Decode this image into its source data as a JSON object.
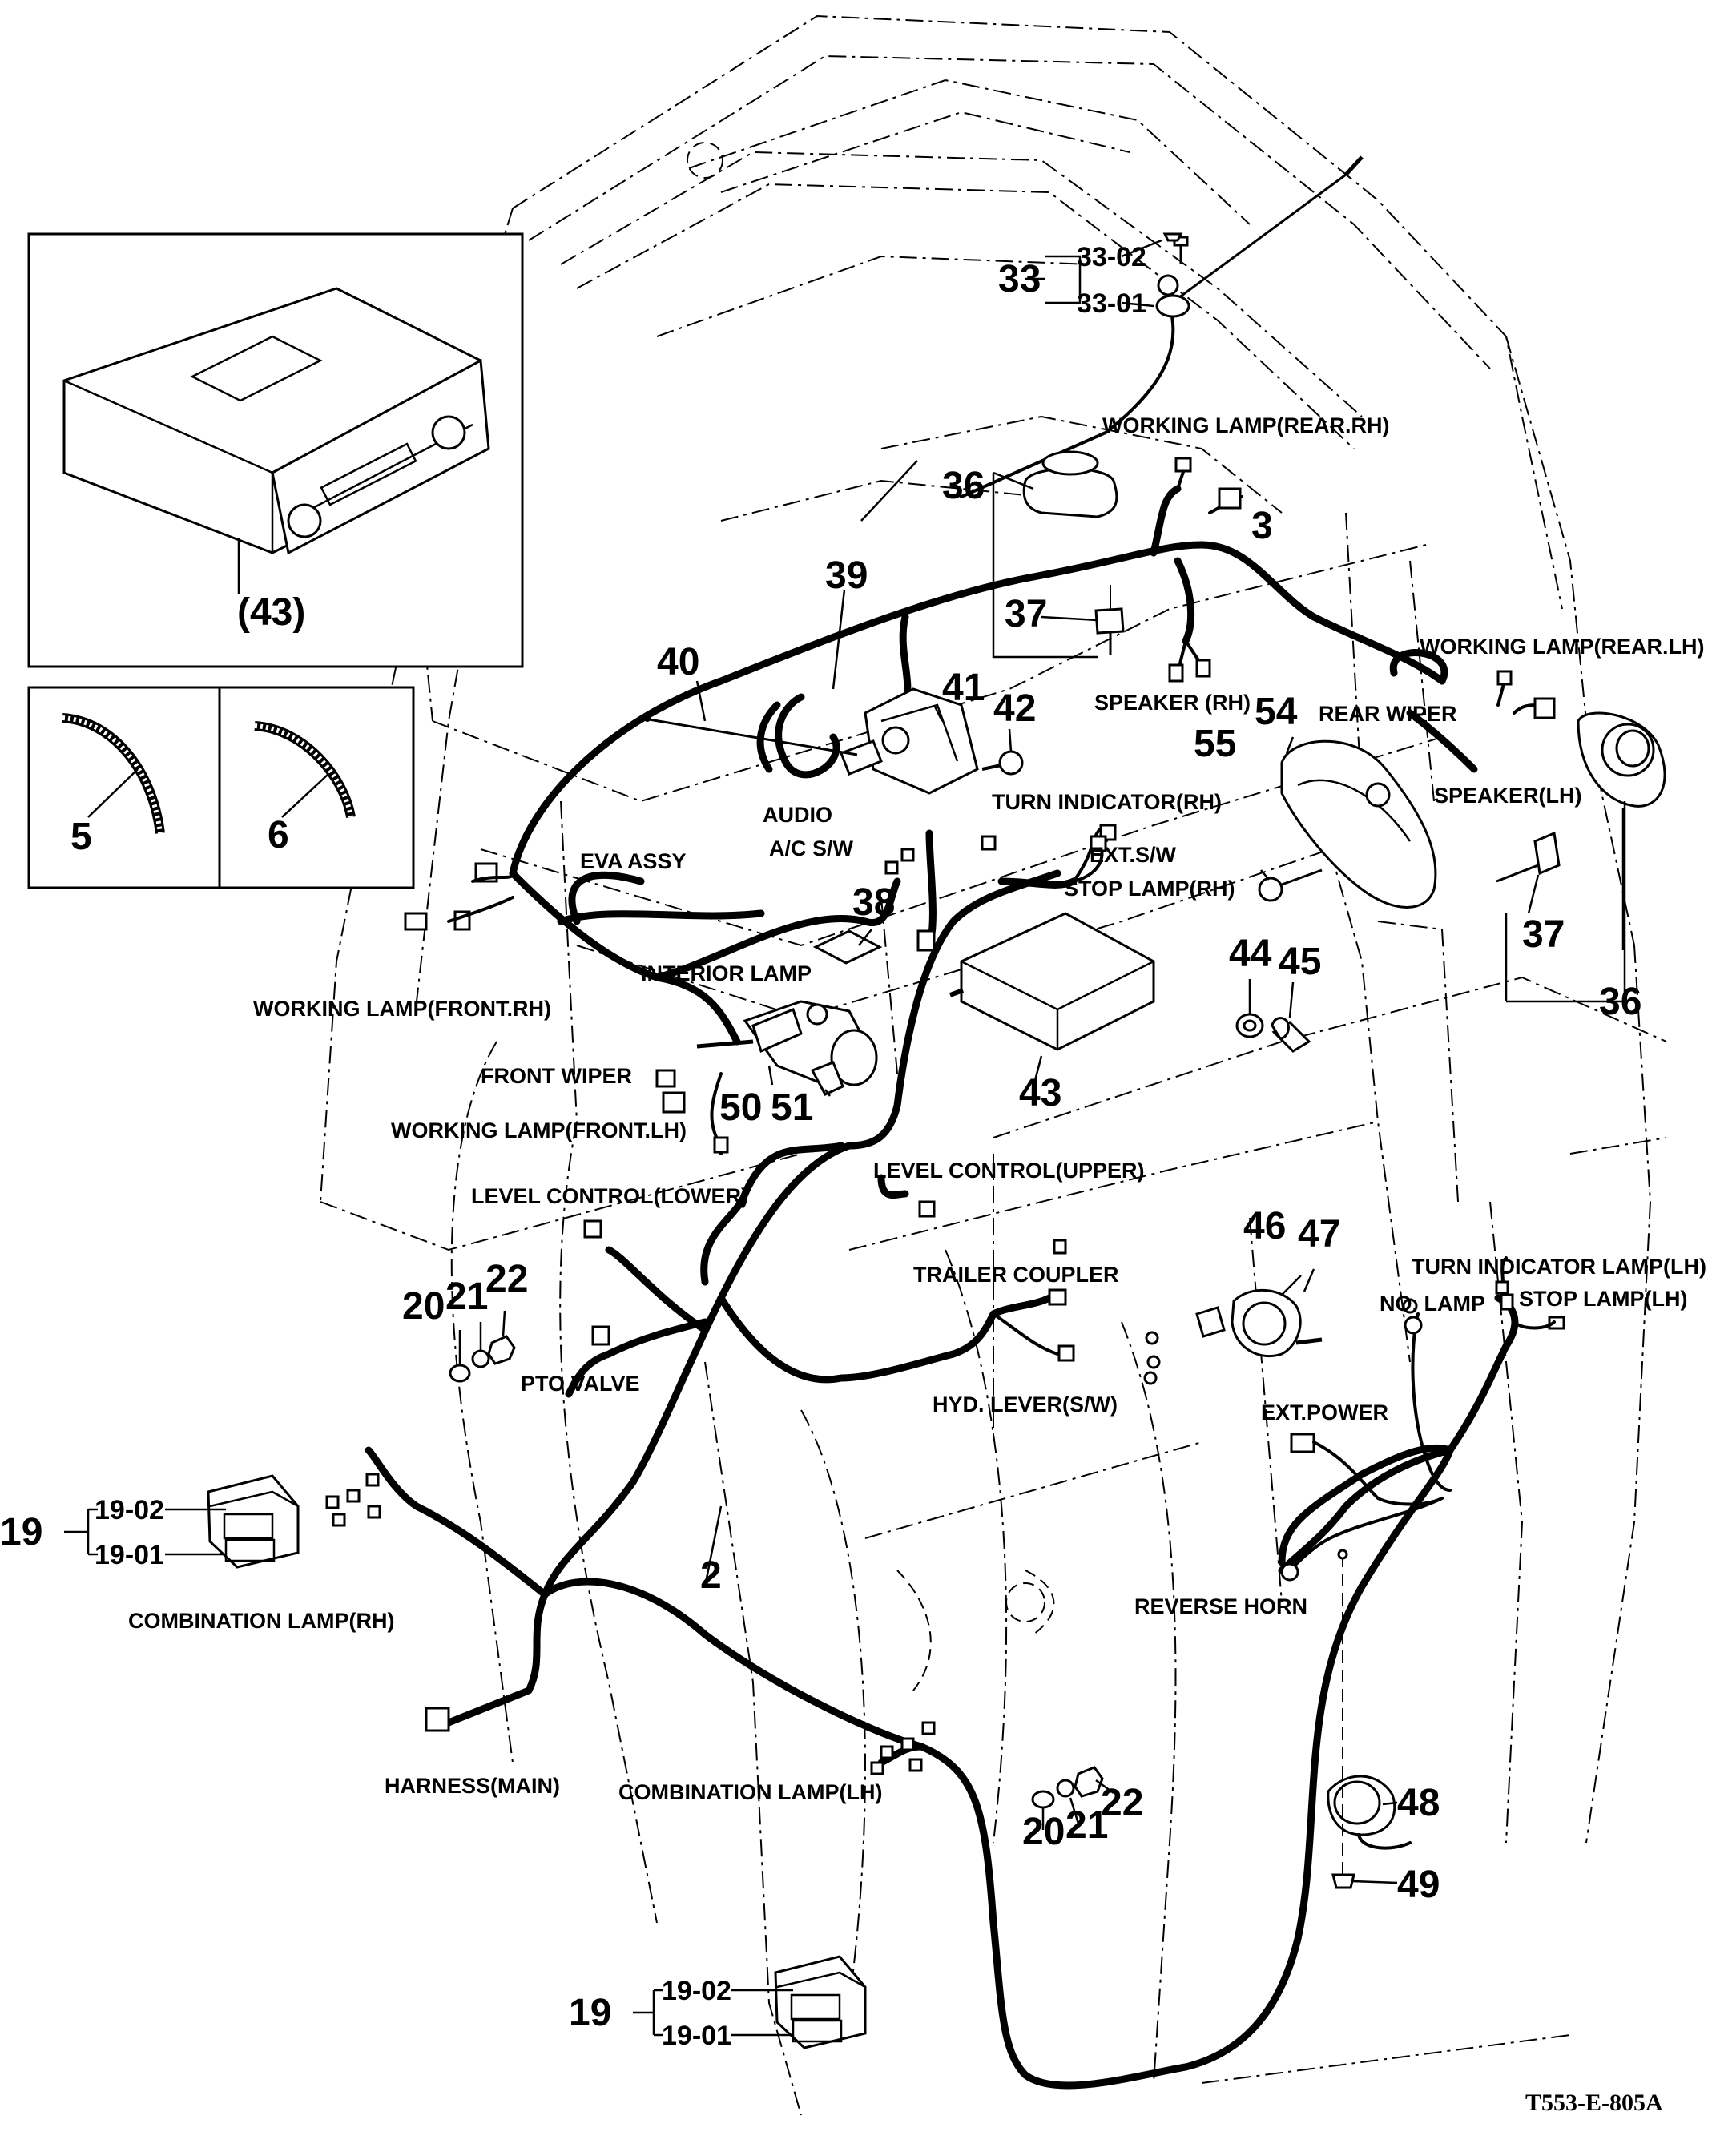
{
  "callouts": {
    "n2": "2",
    "n3": "3",
    "n5": "5",
    "n6": "6",
    "n19a": "19",
    "n19_02a": "19-02",
    "n19_01a": "19-01",
    "n19b": "19",
    "n19_02b": "19-02",
    "n19_01b": "19-01",
    "n20a": "20",
    "n21a": "21",
    "n22a": "22",
    "n20b": "20",
    "n21b": "21",
    "n22b": "22",
    "n33": "33",
    "n33_02": "33-02",
    "n33_01": "33-01",
    "n36a": "36",
    "n36b": "36",
    "n37a": "37",
    "n37b": "37",
    "n38": "38",
    "n39": "39",
    "n40": "40",
    "n41": "41",
    "n42": "42",
    "n43": "43",
    "n43_inset": "(43)",
    "n44": "44",
    "n45": "45",
    "n46": "46",
    "n47": "47",
    "n48": "48",
    "n49": "49",
    "n50": "50",
    "n51": "51",
    "n54": "54",
    "n55": "55"
  },
  "labels": {
    "working_lamp_rear_rh": "WORKING LAMP(REAR.RH)",
    "working_lamp_rear_lh": "WORKING LAMP(REAR.LH)",
    "speaker_rh": "SPEAKER (RH)",
    "rear_wiper": "REAR WIPER",
    "speaker_lh": "SPEAKER(LH)",
    "turn_indicator_rh": "TURN INDICATOR(RH)",
    "ext_sw": "EXT.S/W",
    "stop_lamp_rh": "STOP LAMP(RH)",
    "audio": "AUDIO",
    "ac_sw": "A/C S/W",
    "eva_assy": "EVA ASSY",
    "interior_lamp": "INTERIOR LAMP",
    "working_lamp_front_rh": "WORKING LAMP(FRONT.RH)",
    "front_wiper": "FRONT WIPER",
    "working_lamp_front_lh": "WORKING LAMP(FRONT.LH)",
    "level_control_upper": "LEVEL CONTROL(UPPER)",
    "level_control_lower": "LEVEL CONTROL(LOWER)",
    "trailer_coupler": "TRAILER COUPLER",
    "pto_valve": "PTO VALVE",
    "hyd_lever": "HYD. LEVER(S/W)",
    "turn_indicator_lamp_lh": "TURN INDICATOR LAMP(LH)",
    "stop_lamp_lh": "STOP LAMP(LH)",
    "no_lamp": "NO. LAMP",
    "ext_power": "EXT.POWER",
    "reverse_horn": "REVERSE HORN",
    "combination_lamp_rh": "COMBINATION LAMP(RH)",
    "combination_lamp_lh": "COMBINATION LAMP(LH)",
    "harness_main": "HARNESS(MAIN)"
  },
  "drawing_ref": "T553-E-805A"
}
